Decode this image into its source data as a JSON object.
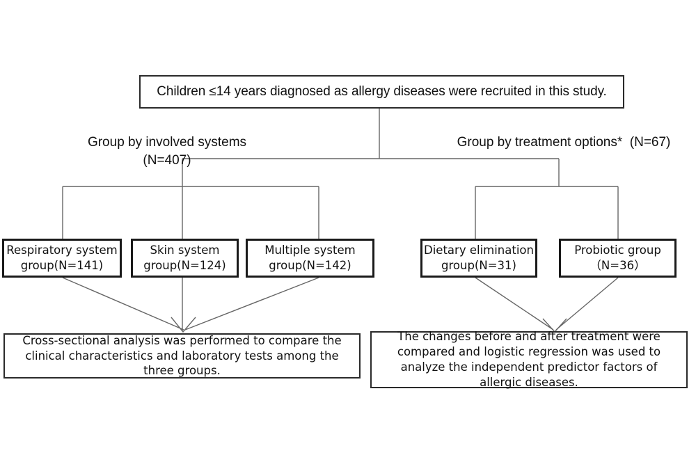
{
  "diagram": {
    "type": "flowchart",
    "title_node": {
      "id": "recruitment",
      "text": "Children ≤14 years diagnosed as allergy diseases were recruited in this study."
    },
    "branch_labels": {
      "left": "Group by  involved systems\n(N=407)",
      "right": "Group by treatment options*  (N=67)"
    },
    "groups_left": [
      {
        "id": "respiratory",
        "text": "Respiratory system\ngroup(N=141)",
        "n": 141
      },
      {
        "id": "skin",
        "text": "Skin system\ngroup(N=124)",
        "n": 124
      },
      {
        "id": "multiple",
        "text": "Multiple system\ngroup(N=142)",
        "n": 142
      }
    ],
    "groups_right": [
      {
        "id": "dietary",
        "text": "Dietary elimination\ngroup(N=31)",
        "n": 31
      },
      {
        "id": "probiotic",
        "text": "Probiotic group\n（N=36）",
        "n": 36
      }
    ],
    "conclusions": {
      "left": "Cross-sectional analysis was performed to compare the clinical characteristics and laboratory tests among the three groups.",
      "right": "The changes before and after treatment were compared and logistic regression was used to analyze the independent predictor factors of allergic diseases."
    },
    "counts": {
      "total_involved_systems": 407,
      "total_treatment_options": 67
    },
    "colors": {
      "background": "#ffffff",
      "text": "#111111",
      "box_border": "#1a1a1a",
      "connector": "#555555"
    }
  }
}
